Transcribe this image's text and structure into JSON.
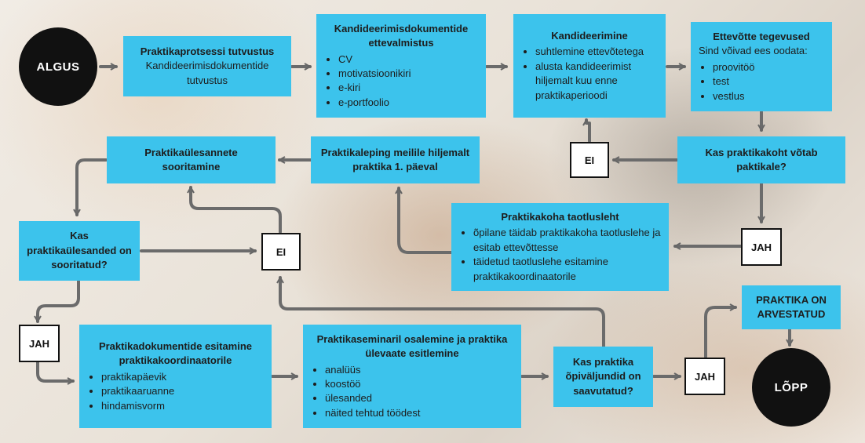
{
  "start_label": "ALGUS",
  "end_label": "LÕPP",
  "tags": {
    "ei_top": "EI",
    "ei_mid": "EI",
    "jah_right": "JAH",
    "jah_left": "JAH",
    "jah_bottom": "JAH"
  },
  "intro": {
    "title": "Praktikaprotsessi tutvustus",
    "body": "Kandideerimisdokumentide tutvustus"
  },
  "docs_prep": {
    "title": "Kandideerimisdokumentide ettevalmistus",
    "items": [
      "CV",
      "motivatsioonikiri",
      "e-kiri",
      "e-portfoolio"
    ]
  },
  "applying": {
    "title": "Kandideerimine",
    "items": [
      "suhtlemine ettevõtetega",
      "alusta kandideerimist hiljemalt kuu enne praktikaperioodi"
    ]
  },
  "company_actions": {
    "title": "Ettevõtte tegevused",
    "intro": "Sind võivad ees oodata:",
    "items": [
      "proovitöö",
      "test",
      "vestlus"
    ]
  },
  "decision_accept": {
    "text": "Kas praktikakoht võtab paktikale?"
  },
  "application_form": {
    "title": "Praktikakoha taotlusleht",
    "items": [
      "õpilane täidab praktikakoha taotluslehe ja esitab ettevõttesse",
      "täidetud taotluslehe esitamine praktikakoordinaatorile"
    ]
  },
  "contract": {
    "text": "Praktikaleping meilile hiljemalt praktika 1. päeval"
  },
  "tasks": {
    "text": "Praktikaülesannete sooritamine"
  },
  "decision_tasks": {
    "text": "Kas praktikaülesanded on sooritatud?"
  },
  "documents_submit": {
    "title": "Praktikadokumentide esitamine praktikakoordinaatorile",
    "items": [
      "praktikapäevik",
      "praktikaaruanne",
      "hindamisvorm"
    ]
  },
  "seminar": {
    "title": "Praktikaseminaril osalemine ja praktika ülevaate esitlemine",
    "items": [
      "analüüs",
      "koostöö",
      "ülesanded",
      "näited tehtud töödest"
    ]
  },
  "decision_outcomes": {
    "text": "Kas praktika õpiväljundid on saavutatud?"
  },
  "credited": {
    "text": "PRAKTIKA ON ARVESTATUD"
  },
  "colors": {
    "box": "#3cc3ec",
    "circle": "#111111",
    "arrow": "#6b6b6b"
  }
}
